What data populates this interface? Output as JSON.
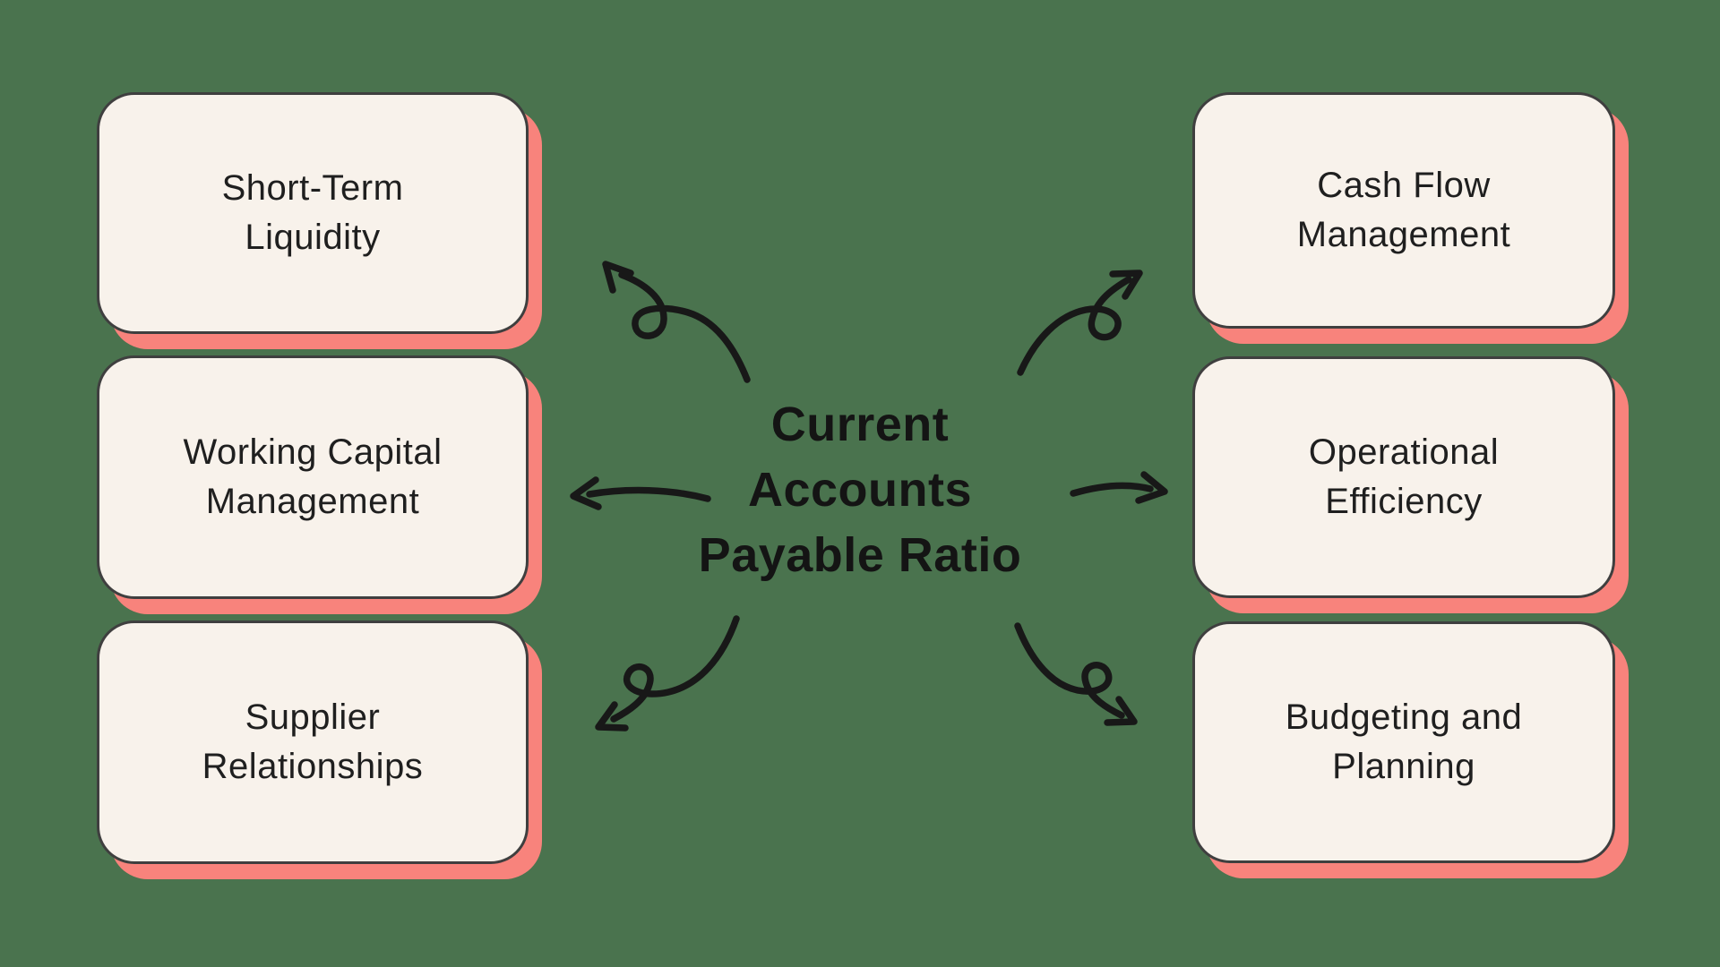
{
  "title": {
    "lines": [
      "Current",
      "Accounts",
      "Payable Ratio"
    ]
  },
  "cards": [
    {
      "id": "short-term-liquidity",
      "label": "Short-Term Liquidity",
      "column": "left",
      "row": 1
    },
    {
      "id": "working-capital-management",
      "label": "Working Capital Management",
      "column": "left",
      "row": 2
    },
    {
      "id": "supplier-relationships",
      "label": "Supplier Relationships",
      "column": "left",
      "row": 3
    },
    {
      "id": "cash-flow-management",
      "label": "Cash Flow Management",
      "column": "right",
      "row": 1
    },
    {
      "id": "operational-efficiency",
      "label": "Operational Efficiency",
      "column": "right",
      "row": 2
    },
    {
      "id": "budgeting-and-planning",
      "label": "Budgeting and Planning",
      "column": "right",
      "row": 3
    }
  ],
  "arrows": [
    {
      "name": "loop-arrow-upper-left",
      "direction": "from center toward Short-Term Liquidity"
    },
    {
      "name": "curved-arrow-left",
      "direction": "from center toward Working Capital Management"
    },
    {
      "name": "loop-arrow-lower-left",
      "direction": "from center toward Supplier Relationships"
    },
    {
      "name": "loop-arrow-upper-right",
      "direction": "from center toward Cash Flow Management"
    },
    {
      "name": "curved-arrow-right",
      "direction": "from center toward Operational Efficiency"
    },
    {
      "name": "loop-arrow-lower-right",
      "direction": "from center toward Budgeting and Planning"
    }
  ],
  "colors": {
    "background": "#4A734E",
    "card_fill": "#F8F2EB",
    "card_border": "#3F3F3F",
    "card_shadow": "#F8837C",
    "ink": "#181818"
  }
}
